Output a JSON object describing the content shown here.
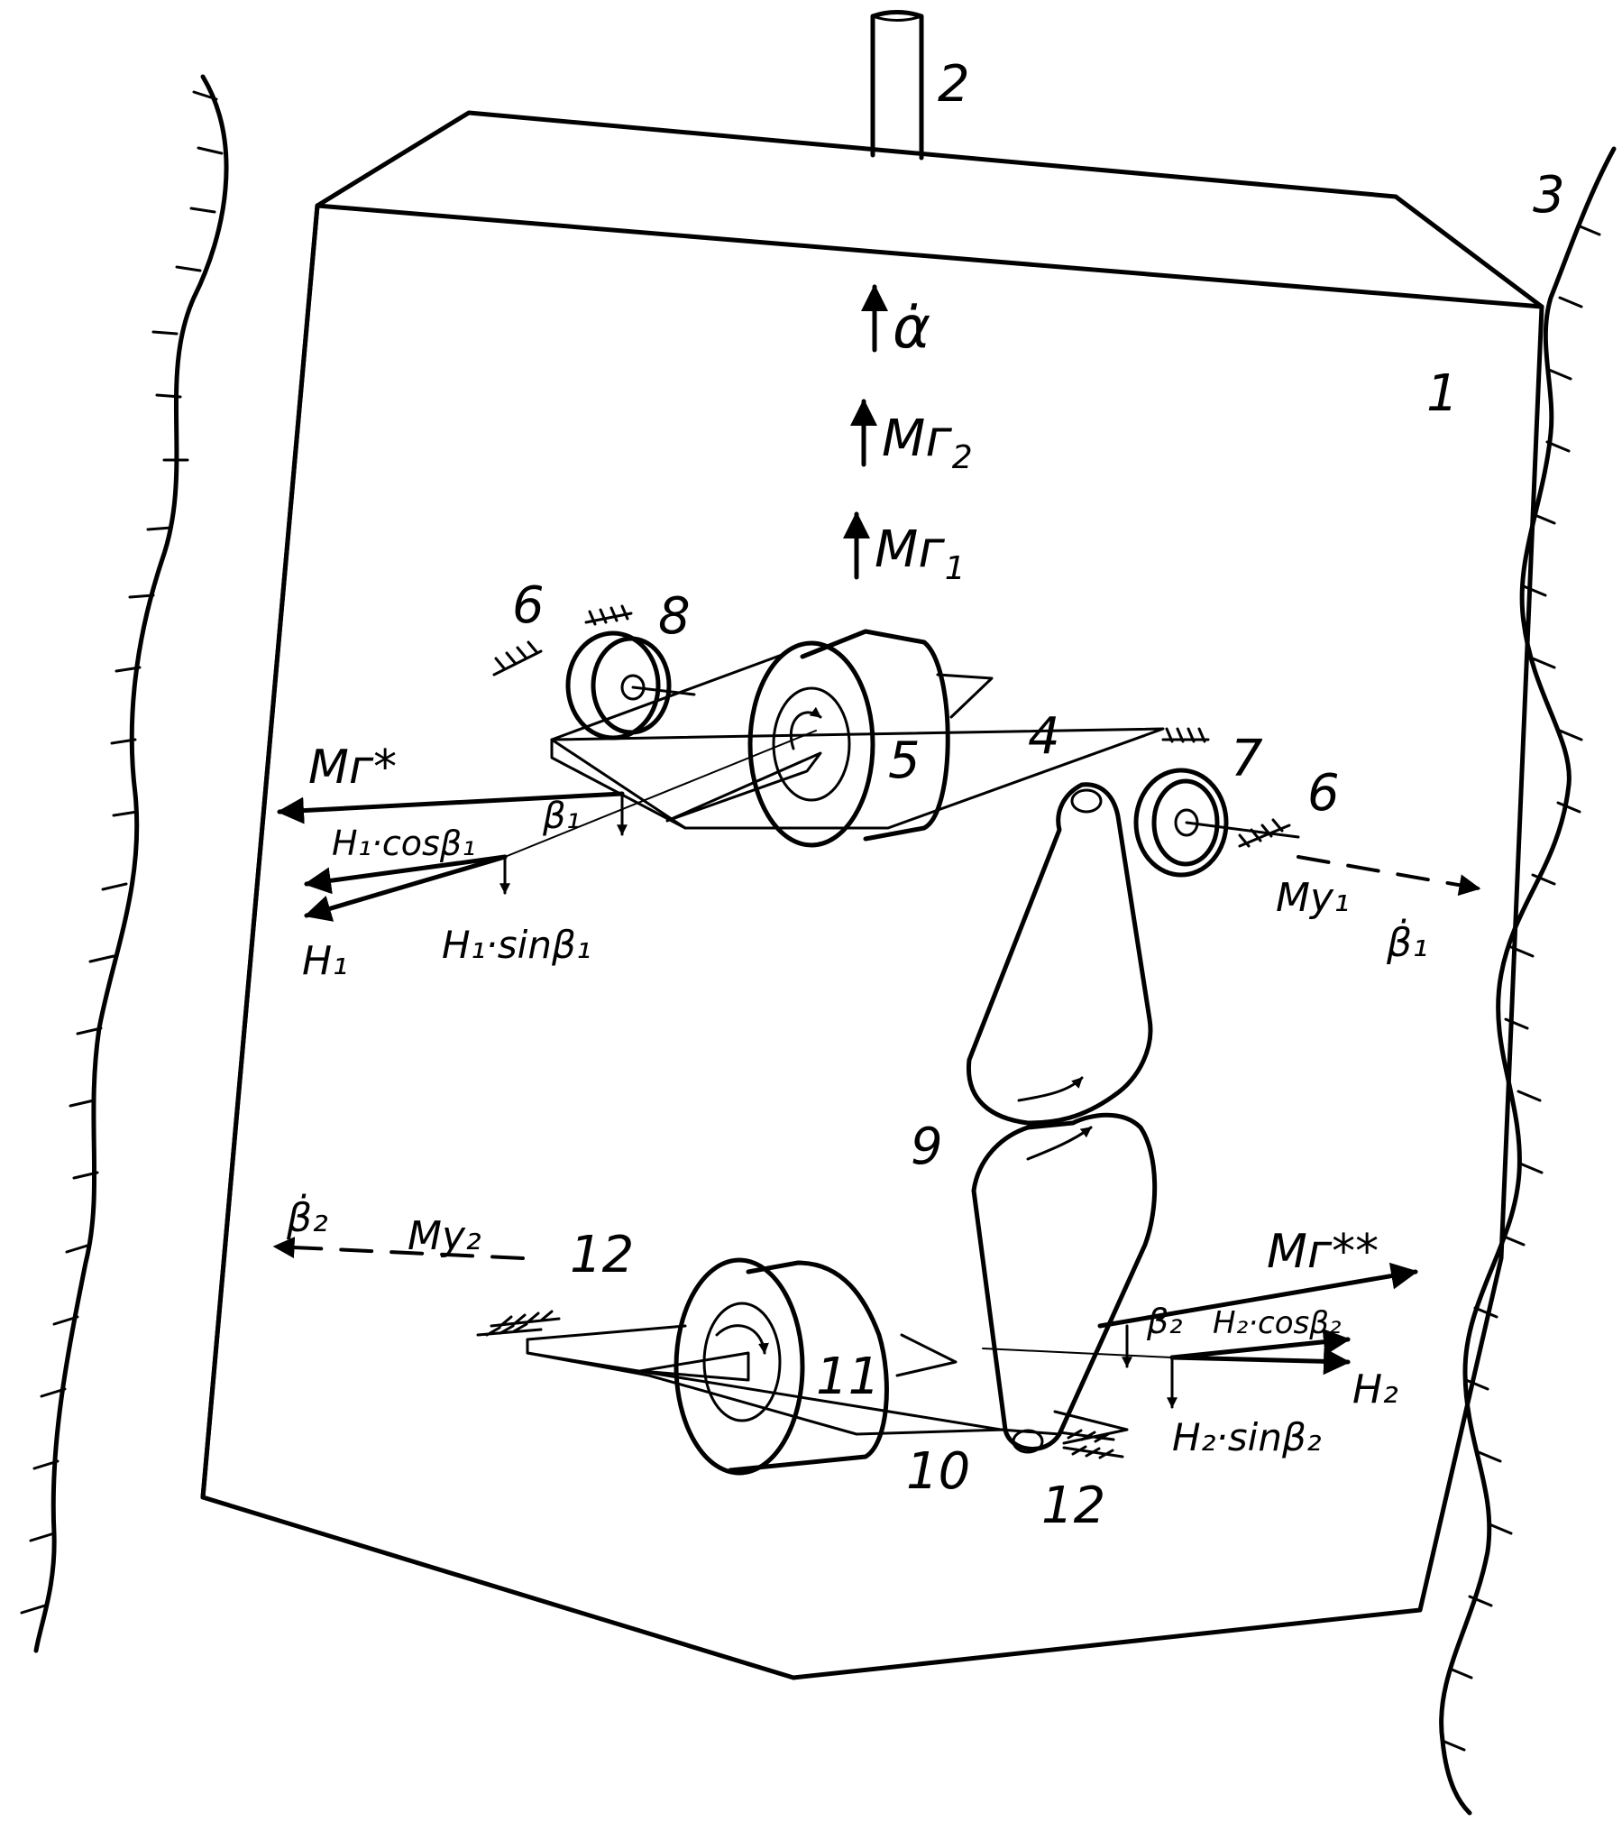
{
  "labels": {
    "housing": "1",
    "shaft": "2",
    "wall": "3",
    "frame_upper": "4",
    "gyro_upper": "5",
    "bearing_upper_left": "6",
    "bearing_upper_right": "6",
    "torque_motor_upper": "7",
    "angle_sensor_upper": "8",
    "sector_gears": "9",
    "frame_lower": "10",
    "gyro_lower": "11",
    "bearing_lower_left": "12",
    "bearing_lower_right": "12"
  },
  "annotations": {
    "alpha_dot": "α̇",
    "mg2_sym": "Mг",
    "mg2_sub": "2",
    "mg1_sym": "Mг",
    "mg1_sub": "1",
    "mg_star": "Mг*",
    "mg_dstar": "Mг**",
    "h1_cos": "H₁·cosβ₁",
    "h1_sin": "H₁·sinβ₁",
    "h1": "H₁",
    "beta1": "β₁",
    "beta1_dot": "β̇₁",
    "mu1": "Mу₁",
    "h2_cos": "H₂·cosβ₂",
    "h2_sin": "H₂·sinβ₂",
    "h2": "H₂",
    "beta2": "β₂",
    "beta2_dot": "β̇₂",
    "mu2": "Mу₂"
  }
}
